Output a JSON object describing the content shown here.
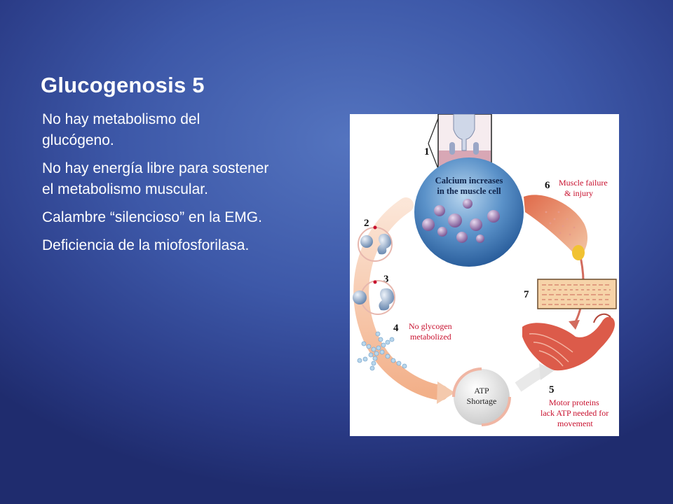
{
  "slide": {
    "title": "Glucogenosis 5",
    "bullets": [
      "No hay metabolismo del glucógeno.",
      "No hay energía libre para sostener el metabolismo muscular.",
      "Calambre “silencioso” en la EMG.",
      "Deficiencia de la miofosforilasa."
    ]
  },
  "diagram": {
    "steps": {
      "s1": "1",
      "s2": "2",
      "s3": "3",
      "s4": "4",
      "s5": "5",
      "s6": "6",
      "s7": "7"
    },
    "labels": {
      "calcium_line1": "Calcium increases",
      "calcium_line2": "in the muscle cell",
      "muscle_failure_line1": "Muscle failure",
      "muscle_failure_line2": "& injury",
      "no_glycogen_line1": "No glycogen",
      "no_glycogen_line2": "metabolized",
      "atp_line1": "ATP",
      "atp_line2": "Shortage",
      "motor_line1": "Motor proteins",
      "motor_line2": "lack ATP needed for",
      "motor_line3": "movement"
    },
    "colors": {
      "accent_red": "#c8102e",
      "cell_blue": "#3f78b8",
      "cycle_orange": "#f2b48e"
    }
  }
}
